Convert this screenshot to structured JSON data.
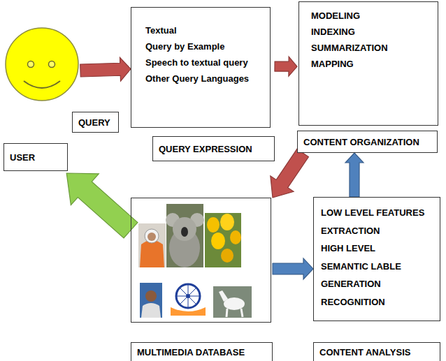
{
  "diagram": {
    "nodes": [
      {
        "text": [
          "USER"
        ]
      },
      {
        "text": [
          "Textual",
          "Query by Example",
          "Speech to textual query",
          "Other Query Languages",
          "QUERY EXPRESSION"
        ]
      },
      {
        "text": [
          "MODELING",
          "INDEXING",
          "SUMMARIZATION",
          "MAPPING",
          "CONTENT ORGANIZATION"
        ]
      },
      {
        "text": [
          "MULTIMEDIA DATABASE"
        ]
      },
      {
        "text": [
          "LOW LEVEL FEATURES",
          "EXTRACTION",
          "HIGH LEVEL",
          "SEMANTIC LABLE",
          "GENERATION",
          "RECOGNITION",
          "CONTENT ANALYSIS"
        ]
      }
    ],
    "edges": [
      {
        "from": 0,
        "to": 1,
        "arrow": "to",
        "label": "QUERY"
      },
      {
        "from": 1,
        "to": 2,
        "arrow": "to"
      },
      {
        "from": 2,
        "to": 3,
        "arrow": "to"
      },
      {
        "from": 3,
        "to": 4,
        "arrow": "to"
      },
      {
        "from": 4,
        "to": 2,
        "arrow": "to"
      },
      {
        "from": 3,
        "to": 0,
        "arrow": "to"
      }
    ]
  }
}
